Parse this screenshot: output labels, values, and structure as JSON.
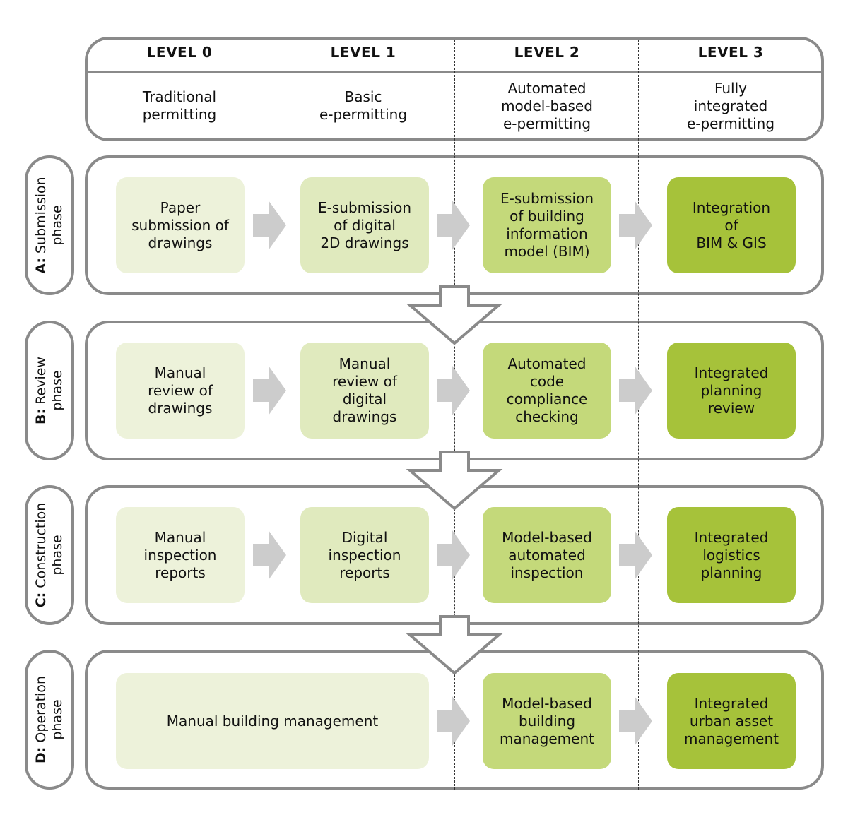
{
  "colors": {
    "frame_border": "#8a8a8a",
    "level0_fill": "#edf2da",
    "level1_fill": "#e0eabe",
    "level2_fill": "#c4d97a",
    "level3_fill": "#a6c23a",
    "arrow_fill": "#cccccc"
  },
  "levels": [
    {
      "title": "LEVEL 0",
      "subtitle": "Traditional permitting"
    },
    {
      "title": "LEVEL 1",
      "subtitle": "Basic e-permitting"
    },
    {
      "title": "LEVEL 2",
      "subtitle": "Automated model-based e-permitting"
    },
    {
      "title": "LEVEL 3",
      "subtitle": "Fully integrated e-permitting"
    }
  ],
  "phases": [
    {
      "letter": "A:",
      "name": "Submission",
      "suffix": "phase",
      "cells": [
        "Paper submission of drawings",
        "E-submission of digital 2D drawings",
        "E-submission of building information model (BIM)",
        "Integration of BIM & GIS"
      ]
    },
    {
      "letter": "B:",
      "name": "Review",
      "suffix": "phase",
      "cells": [
        "Manual review of drawings",
        "Manual review of digital drawings",
        "Automated code compliance checking",
        "Integrated planning review"
      ]
    },
    {
      "letter": "C:",
      "name": "Construction",
      "suffix": "phase",
      "cells": [
        "Manual inspection reports",
        "Digital inspection reports",
        "Model-based automated inspection",
        "Integrated logistics planning"
      ]
    },
    {
      "letter": "D:",
      "name": "Operation",
      "suffix": "phase",
      "cells": [
        "Manual building management",
        "Model-based building management",
        "Integrated urban asset management"
      ]
    }
  ],
  "sublines": {
    "levels": [
      [
        "Traditional",
        "permitting"
      ],
      [
        "Basic",
        "e-permitting"
      ],
      [
        "Automated",
        "model-based",
        "e-permitting"
      ],
      [
        "Fully",
        "integrated",
        "e-permitting"
      ]
    ],
    "A": [
      [
        "Paper",
        "submission of",
        "drawings"
      ],
      [
        "E-submission",
        "of digital",
        "2D drawings"
      ],
      [
        "E-submission",
        "of building",
        "information",
        "model (BIM)"
      ],
      [
        "Integration",
        "of",
        "BIM & GIS"
      ]
    ],
    "B": [
      [
        "Manual",
        "review of",
        "drawings"
      ],
      [
        "Manual",
        "review of",
        "digital",
        "drawings"
      ],
      [
        "Automated",
        "code",
        "compliance",
        "checking"
      ],
      [
        "Integrated",
        "planning",
        "review"
      ]
    ],
    "C": [
      [
        "Manual",
        "inspection",
        "reports"
      ],
      [
        "Digital",
        "inspection",
        "reports"
      ],
      [
        "Model-based",
        "automated",
        "inspection"
      ],
      [
        "Integrated",
        "logistics",
        "planning"
      ]
    ],
    "D": [
      [
        "Manual building management"
      ],
      [
        "Model-based",
        "building",
        "management"
      ],
      [
        "Integrated",
        "urban asset",
        "management"
      ]
    ]
  }
}
